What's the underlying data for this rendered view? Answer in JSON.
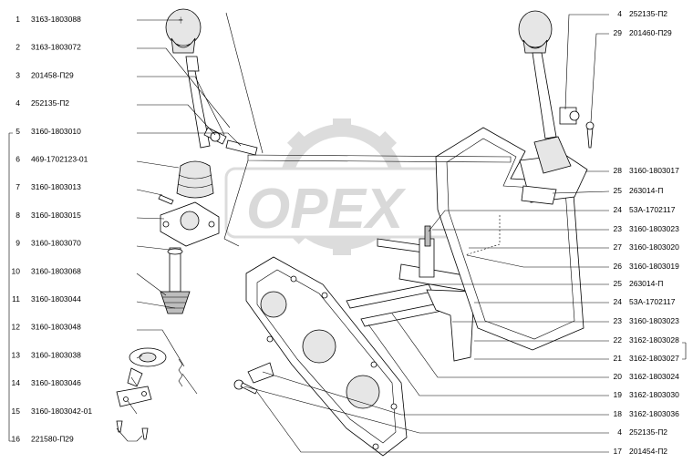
{
  "watermark": "OPEX",
  "left_callouts": [
    {
      "num": "1",
      "code": "3163-1803088"
    },
    {
      "num": "2",
      "code": "3163-1803072"
    },
    {
      "num": "3",
      "code": "201458-П29"
    },
    {
      "num": "4",
      "code": "252135-П2"
    },
    {
      "num": "5",
      "code": "3160-1803010"
    },
    {
      "num": "6",
      "code": "469-1702123-01"
    },
    {
      "num": "7",
      "code": "3160-1803013"
    },
    {
      "num": "8",
      "code": "3160-1803015"
    },
    {
      "num": "9",
      "code": "3160-1803070"
    },
    {
      "num": "10",
      "code": "3160-1803068"
    },
    {
      "num": "11",
      "code": "3160-1803044"
    },
    {
      "num": "12",
      "code": "3160-1803048"
    },
    {
      "num": "13",
      "code": "3160-1803038"
    },
    {
      "num": "14",
      "code": "3160-1803046"
    },
    {
      "num": "15",
      "code": "3160-1803042-01"
    },
    {
      "num": "16",
      "code": "221580-П29"
    }
  ],
  "right_callouts": [
    {
      "num": "4",
      "code": "252135-П2"
    },
    {
      "num": "29",
      "code": "201460-П29"
    },
    {
      "num": "28",
      "code": "3160-1803017"
    },
    {
      "num": "25",
      "code": "263014-П"
    },
    {
      "num": "24",
      "code": "53А-1702117"
    },
    {
      "num": "23",
      "code": "3160-1803023"
    },
    {
      "num": "27",
      "code": "3160-1803020"
    },
    {
      "num": "26",
      "code": "3160-1803019"
    },
    {
      "num": "25",
      "code": "263014-П"
    },
    {
      "num": "24",
      "code": "53А-1702117"
    },
    {
      "num": "23",
      "code": "3160-1803023"
    },
    {
      "num": "22",
      "code": "3162-1803028"
    },
    {
      "num": "21",
      "code": "3162-1803027"
    },
    {
      "num": "20",
      "code": "3162-1803024"
    },
    {
      "num": "19",
      "code": "3162-1803030"
    },
    {
      "num": "18",
      "code": "3162-1803036"
    },
    {
      "num": "4",
      "code": "252135-П2"
    },
    {
      "num": "17",
      "code": "201454-П2"
    }
  ]
}
